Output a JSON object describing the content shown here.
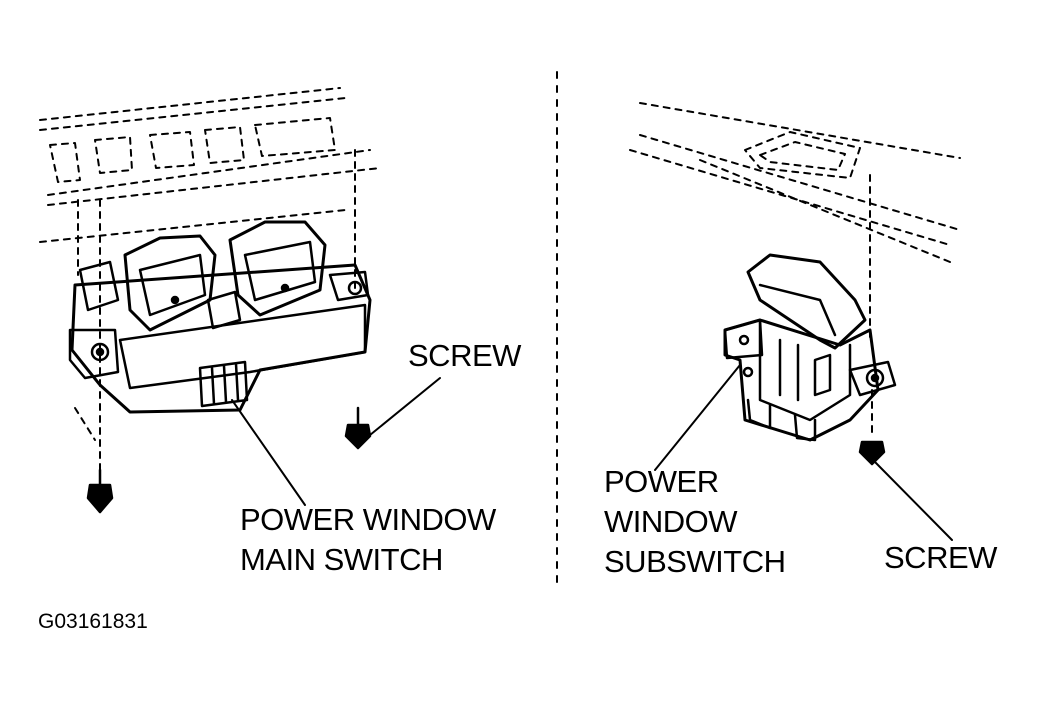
{
  "labels": {
    "left_screw": "SCREW",
    "main_switch_line1": "POWER WINDOW",
    "main_switch_line2": "MAIN SWITCH",
    "subswitch_line1": "POWER",
    "subswitch_line2": "WINDOW",
    "subswitch_line3": "SUBSWITCH",
    "right_screw": "SCREW"
  },
  "figure_code": "G03161831",
  "colors": {
    "ink": "#000000",
    "paper": "#ffffff"
  }
}
